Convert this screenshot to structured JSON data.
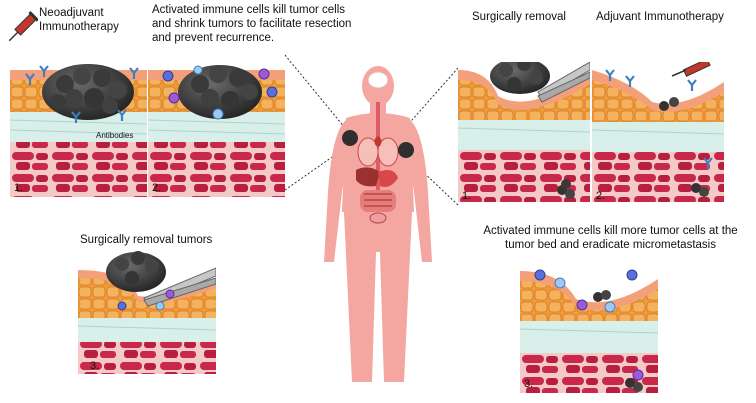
{
  "labels": {
    "neoadjuvant": "Neoadjuvant Immunotherapy",
    "activated_kill": "Activated immune cells kill tumor cells and shrink tumors to facilitate resection and prevent recurrence.",
    "surgical_removal": "Surgically removal",
    "adjuvant": "Adjuvant Immunotherapy",
    "surgical_removal_tumors": "Surgically removal tumors",
    "activated_more": "Activated immune cells kill more tumor cells at the tumor bed and eradicate micrometastasis",
    "antibodies": "Antibodies"
  },
  "steps": {
    "n1": "1.",
    "n2": "2.",
    "n3": "3.",
    "a1": "1.",
    "a2": "2.",
    "a3": "3."
  },
  "colors": {
    "tumor": "#2f2f2f",
    "skin": "#f3a07a",
    "fat": "#e98b2a",
    "connective": "#d9efe9",
    "muscle": "#c8284a",
    "body": "#f4a6a0",
    "antibody": "#3f7fc0",
    "syringe": "#c0392b"
  }
}
